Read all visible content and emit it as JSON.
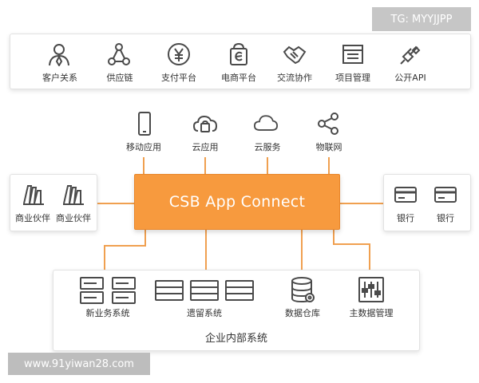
{
  "top_bar": {
    "items": [
      {
        "label": "客户关系",
        "icon": "user-icon"
      },
      {
        "label": "供应链",
        "icon": "network-icon"
      },
      {
        "label": "支付平台",
        "icon": "yuan-icon"
      },
      {
        "label": "电商平台",
        "icon": "shopping-bag-icon"
      },
      {
        "label": "交流协作",
        "icon": "handshake-icon"
      },
      {
        "label": "项目管理",
        "icon": "window-icon"
      },
      {
        "label": "公开API",
        "icon": "plug-icon"
      }
    ]
  },
  "cloud_row": {
    "items": [
      {
        "label": "移动应用",
        "icon": "mobile-icon"
      },
      {
        "label": "云应用",
        "icon": "cloud-bag-icon"
      },
      {
        "label": "云服务",
        "icon": "cloud-icon"
      },
      {
        "label": "物联网",
        "icon": "share-icon"
      }
    ]
  },
  "left_box": {
    "items": [
      {
        "label": "商业伙伴",
        "icon": "partner-icon"
      },
      {
        "label": "商业伙伴",
        "icon": "partner-icon"
      }
    ]
  },
  "right_box": {
    "items": [
      {
        "label": "银行",
        "icon": "bank-card-icon"
      },
      {
        "label": "银行",
        "icon": "bank-card-icon"
      }
    ]
  },
  "hub": {
    "label": "CSB App Connect"
  },
  "enterprise": {
    "title": "企业内部系统",
    "items": [
      {
        "label": "新业务系统",
        "icon": "server-icon"
      },
      {
        "label": "遗留系统",
        "icon": "legacy-server-icon"
      },
      {
        "label": "数据仓库",
        "icon": "database-icon"
      },
      {
        "label": "主数据管理",
        "icon": "sliders-icon"
      }
    ]
  },
  "watermarks": {
    "tg": "TG: MYYJJPP",
    "site": "www.91yiwan28.com"
  },
  "colors": {
    "hub": "#f79a3e",
    "connector": "#f0a050",
    "icon": "#4a4a4a"
  }
}
